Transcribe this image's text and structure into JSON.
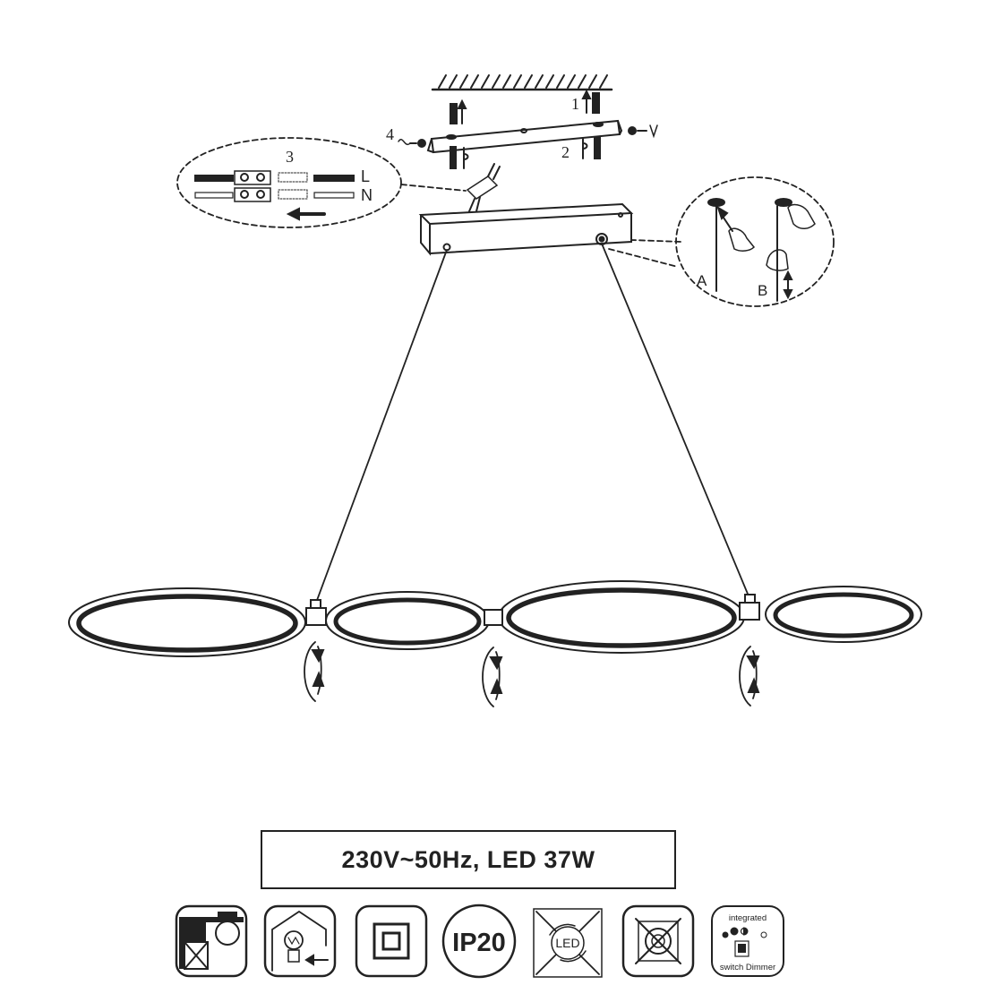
{
  "labels": {
    "step1": "1",
    "step2": "2",
    "step3": "3",
    "step4": "4",
    "live": "L",
    "neutral": "N",
    "detail_a": "A",
    "detail_b": "B"
  },
  "spec": "230V~50Hz, LED 37W",
  "icons": {
    "ip_rating": "IP20",
    "led": "LED",
    "dimmer_top": "integrated",
    "dimmer_bottom": "switch Dimmer"
  }
}
